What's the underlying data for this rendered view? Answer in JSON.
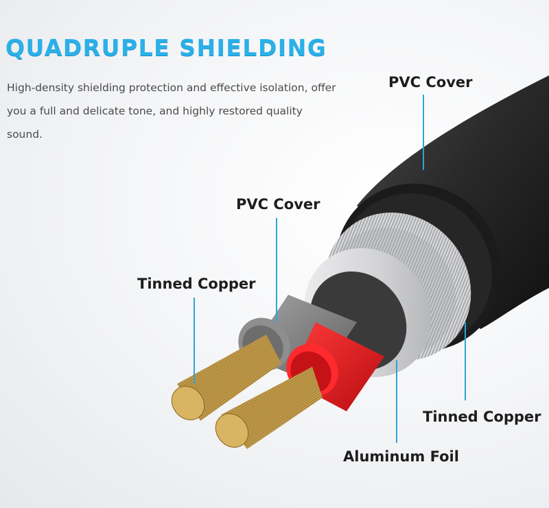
{
  "headline": "QUADRUPLE SHIELDING",
  "description": "High-density shielding protection and effective isolation, offer you a full and delicate tone, and highly restored quality sound.",
  "callouts": {
    "outer_pvc": "PVC Cover",
    "inner_pvc": "PVC Cover",
    "tinned_copper_core": "Tinned Copper",
    "tinned_copper_braid": "Tinned Copper",
    "aluminum_foil": "Aluminum Foil"
  },
  "colors": {
    "headline": "#2bb0e8",
    "callout_line": "#2aa6d6",
    "outer_jacket": "#2b2b2b",
    "braid": "#c9cbce",
    "foil": "#d9dadc",
    "grey_conductor": "#7f7f7f",
    "red_conductor": "#e5161a",
    "copper_strands": "#c9a04a"
  }
}
